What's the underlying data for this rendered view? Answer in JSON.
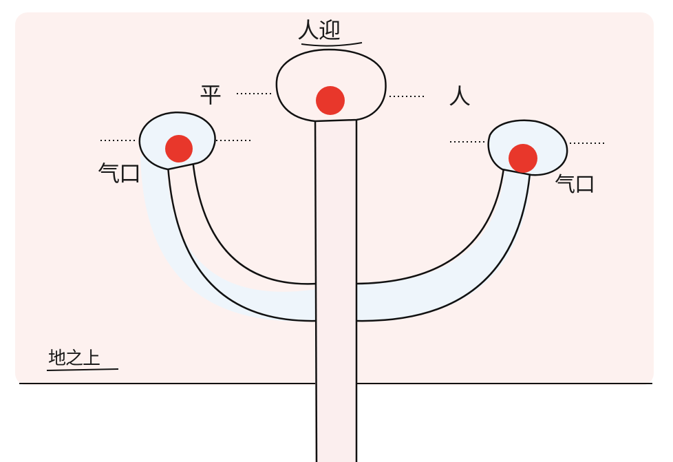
{
  "labels": {
    "top": "人迎",
    "left_of_top": "平",
    "right_of_top": "人",
    "left_branch": "气口",
    "right_branch": "气口",
    "ground": "地之上"
  },
  "colors": {
    "background_panel": "#fdf1ef",
    "tube_fill": "#eef5fb",
    "stem_fill": "#fbeeee",
    "outline": "#111111",
    "dot": "#e8372b"
  }
}
